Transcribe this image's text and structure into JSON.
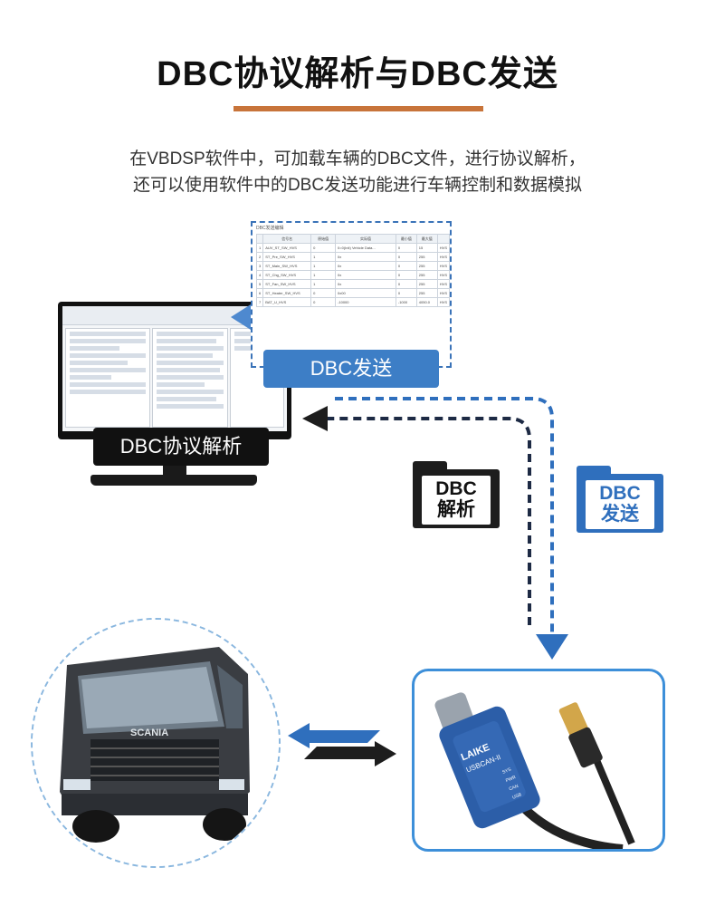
{
  "header": {
    "title": "DBC协议解析与DBC发送",
    "intro_line1": "在VBDSP软件中，可加载车辆的DBC文件，进行协议解析，",
    "intro_line2": "还可以使用软件中的DBC发送功能进行车辆控制和数据模拟"
  },
  "labels": {
    "send": "DBC发送",
    "parse": "DBC协议解析"
  },
  "folders": {
    "parse_line1": "DBC",
    "parse_line2": "解析",
    "send_line1": "DBC",
    "send_line2": "发送"
  },
  "dbc_window": {
    "title": "DBC发送编辑",
    "columns": [
      "信号名",
      "原始值",
      "实际值",
      "最小值",
      "最大值"
    ],
    "rows": [
      [
        "1",
        "AUV_ST_SW_HVS",
        "0",
        "0=0(Init) Vehicle Data...",
        "0",
        "15",
        "HVS"
      ],
      [
        "2",
        "ST_Pre_SW_HVS",
        "1",
        "0x",
        "0",
        "255",
        "HVS"
      ],
      [
        "3",
        "ST_Main_SW_HVS",
        "1",
        "0x",
        "0",
        "255",
        "HVS"
      ],
      [
        "4",
        "ST_Chg_SW_HVS",
        "1",
        "0x",
        "0",
        "255",
        "HVS"
      ],
      [
        "5",
        "ST_Fan_SW_HVS",
        "1",
        "0x",
        "0",
        "255",
        "HVS"
      ],
      [
        "6",
        "ST_Heater_SW_HVS",
        "0",
        "0x00",
        "0",
        "255",
        "HVS"
      ],
      [
        "7",
        "BAT_U_HVS",
        "0",
        "-10000",
        "-1000",
        "4050.0",
        "HVS"
      ]
    ]
  },
  "device": {
    "brand": "LAIKE",
    "model": "USBCAN-II",
    "leds": [
      "SYS",
      "PWR",
      "CAN",
      "USB"
    ]
  },
  "truck": {
    "brand": "SCANIA"
  },
  "colors": {
    "accent_bar": "#c8743a",
    "blue": "#3d7ec6",
    "dark": "#111111"
  }
}
